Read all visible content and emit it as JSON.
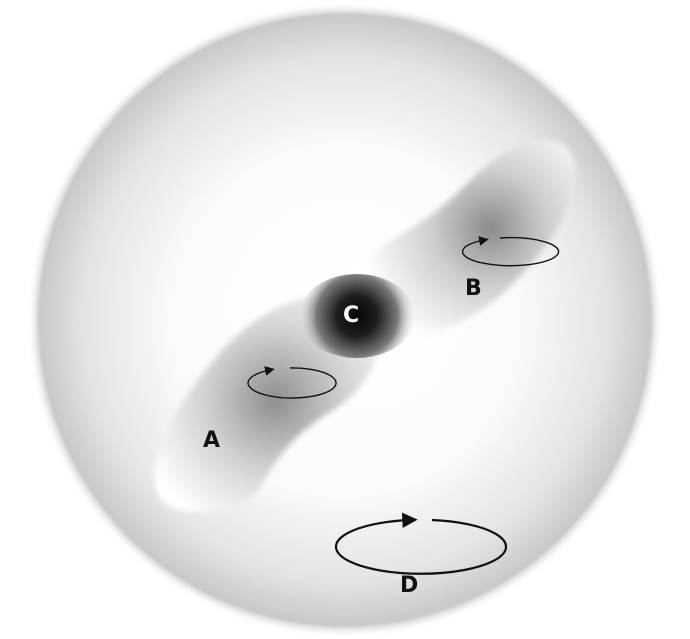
{
  "labels": {
    "a": "A",
    "b": "B",
    "c": "C",
    "d": "D"
  },
  "colors": {
    "halo_center": "#ffffff",
    "halo_edge": "#bdbdbd",
    "core": "#050505",
    "arrow": "#111111"
  }
}
